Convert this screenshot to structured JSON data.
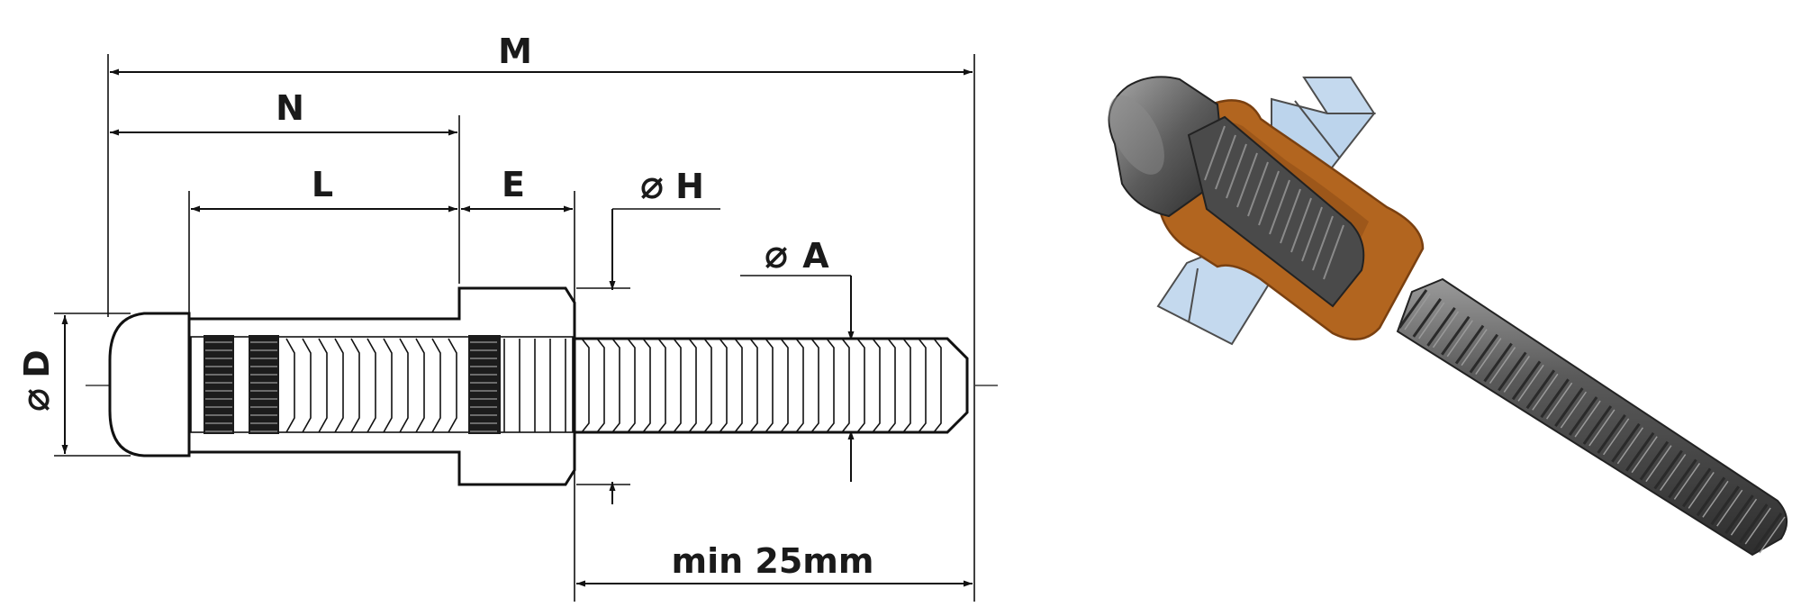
{
  "drawing": {
    "labels": {
      "M": "M",
      "N": "N",
      "L": "L",
      "E": "E",
      "H": "H",
      "A": "A",
      "D": "D",
      "min_length": "min 25mm"
    },
    "diameter_symbol": "⌀"
  },
  "render": {
    "colors": {
      "collar": "#b2651f",
      "collar_edge": "#7a4010",
      "plate": "#c4d9ee",
      "pin": "#4a4a4a",
      "pin_light": "#8a8a8a"
    }
  }
}
